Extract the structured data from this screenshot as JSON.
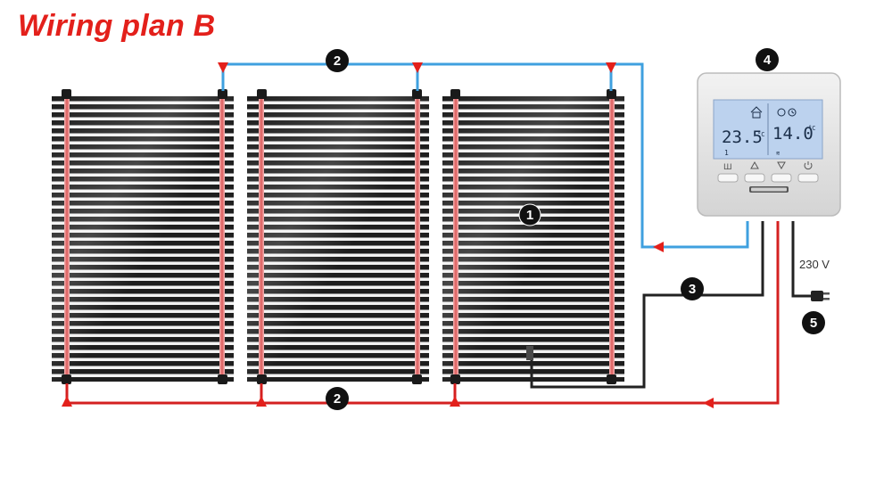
{
  "title": "Wiring plan B",
  "colors": {
    "title": "#e3201b",
    "neutral_wire": "#3fa0df",
    "live_wire": "#d42020",
    "sensor_wire": "#222222",
    "film": "#222222",
    "thermostat_body": "#e6e6e6",
    "lcd": "#bcd2ee"
  },
  "labels": {
    "film": "1",
    "wire_top": "2",
    "wire_bottom": "2",
    "sensor": "3",
    "thermostat": "4",
    "plug": "5"
  },
  "voltage": "230 V",
  "thermostat": {
    "temp_room": "23.5",
    "temp_room_unit": "°C",
    "temp_set": "14.0",
    "temp_set_unit": "°C",
    "program": "1",
    "buttons": [
      "m-icon",
      "up-triangle-icon",
      "down-triangle-icon",
      "power-icon"
    ]
  }
}
